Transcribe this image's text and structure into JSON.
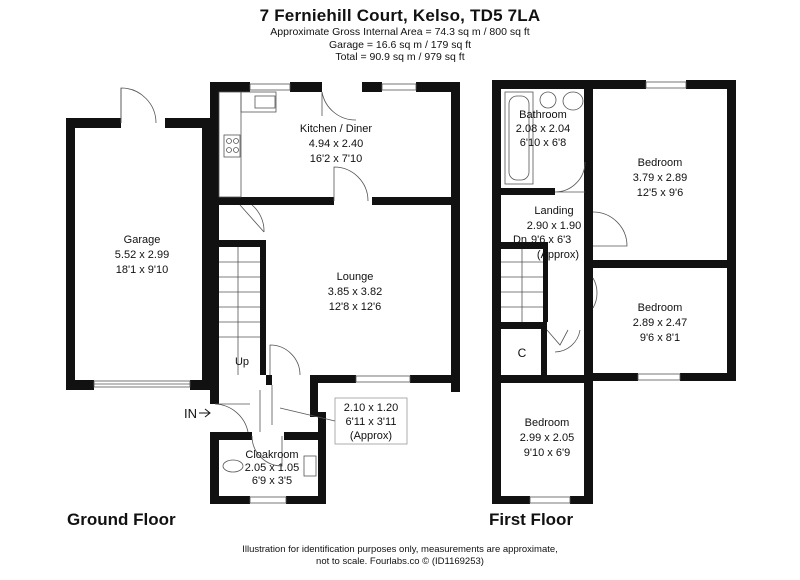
{
  "header": {
    "title": "7 Ferniehill Court, Kelso, TD5 7LA",
    "gross_area": "Approximate Gross Internal Area = 74.3 sq m / 800 sq ft",
    "garage_area": "Garage = 16.6 sq m / 179 sq ft",
    "total_area": "Total = 90.9 sq m / 979 sq ft"
  },
  "floors": {
    "ground_label": "Ground Floor",
    "first_label": "First Floor"
  },
  "ground_rooms": {
    "garage": {
      "name": "Garage",
      "metric": "5.52 x 2.99",
      "imperial": "18'1 x 9'10"
    },
    "kitchen": {
      "name": "Kitchen / Diner",
      "metric": "4.94 x 2.40",
      "imperial": "16'2 x 7'10"
    },
    "lounge": {
      "name": "Lounge",
      "metric": "3.85 x 3.82",
      "imperial": "12'8 x 12'6"
    },
    "hall": {
      "metric": "2.10 x 1.20",
      "imperial": "6'11 x 3'11",
      "note": "(Approx)"
    },
    "cloakroom": {
      "name": "Cloakroom",
      "metric": "2.05 x 1.05",
      "imperial": "6'9 x 3'5"
    },
    "up_label": "Up",
    "in_label": "IN"
  },
  "first_rooms": {
    "bathroom": {
      "name": "Bathroom",
      "metric": "2.08 x 2.04",
      "imperial": "6'10 x 6'8"
    },
    "bedroom1": {
      "name": "Bedroom",
      "metric": "3.79 x 2.89",
      "imperial": "12'5 x 9'6"
    },
    "landing": {
      "name": "Landing",
      "metric": "2.90 x 1.90",
      "imperial": "9'6 x 6'3",
      "dn_label": "Dn",
      "note": "(Approx)"
    },
    "bedroom2": {
      "name": "Bedroom",
      "metric": "2.89 x 2.47",
      "imperial": "9'6 x 8'1"
    },
    "bedroom3": {
      "name": "Bedroom",
      "metric": "2.99 x 2.05",
      "imperial": "9'10 x 6'9"
    },
    "cupboard_label": "C"
  },
  "footer": {
    "line1": "Illustration for identification purposes only, measurements are approximate,",
    "line2": "not to scale. Fourlabs.co © (ID1169253)"
  }
}
